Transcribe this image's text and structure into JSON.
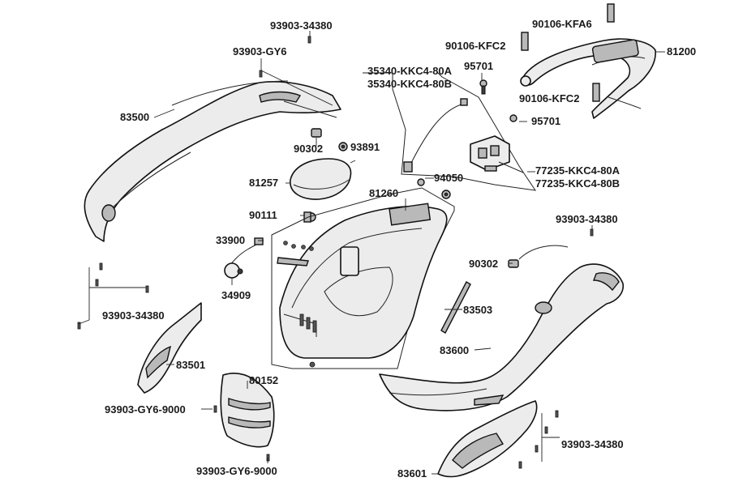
{
  "diagram": {
    "labels": {
      "l_93903_34380_top": "93903-34380",
      "l_93903_gy6": "93903-GY6",
      "l_83500": "83500",
      "l_90302_top": "90302",
      "l_93891": "93891",
      "l_81257": "81257",
      "l_90111": "90111",
      "l_33900": "33900",
      "l_34909": "34909",
      "l_81260": "81260",
      "l_35340_a": "35340-KKC4-80A",
      "l_35340_b": "35340-KKC4-80B",
      "l_95701_top": "95701",
      "l_94050": "94050",
      "l_77235_a": "77235-KKC4-80A",
      "l_77235_b": "77235-KKC4-80B",
      "l_90106_kfa6": "90106-KFA6",
      "l_90106_kfc2_top": "90106-KFC2",
      "l_81200": "81200",
      "l_90106_kfc2_bot": "90106-KFC2",
      "l_95701_bot": "95701",
      "l_93903_34380_right": "93903-34380",
      "l_90302_mid": "90302",
      "l_83503": "83503",
      "l_83600": "83600",
      "l_93903_34380_left": "93903-34380",
      "l_83501": "83501",
      "l_80152": "80152",
      "l_93903_gy6_9000_left": "93903-GY6-9000",
      "l_93903_gy6_9000_bot": "93903-GY6-9000",
      "l_83601": "83601",
      "l_93903_34380_br": "93903-34380"
    }
  }
}
